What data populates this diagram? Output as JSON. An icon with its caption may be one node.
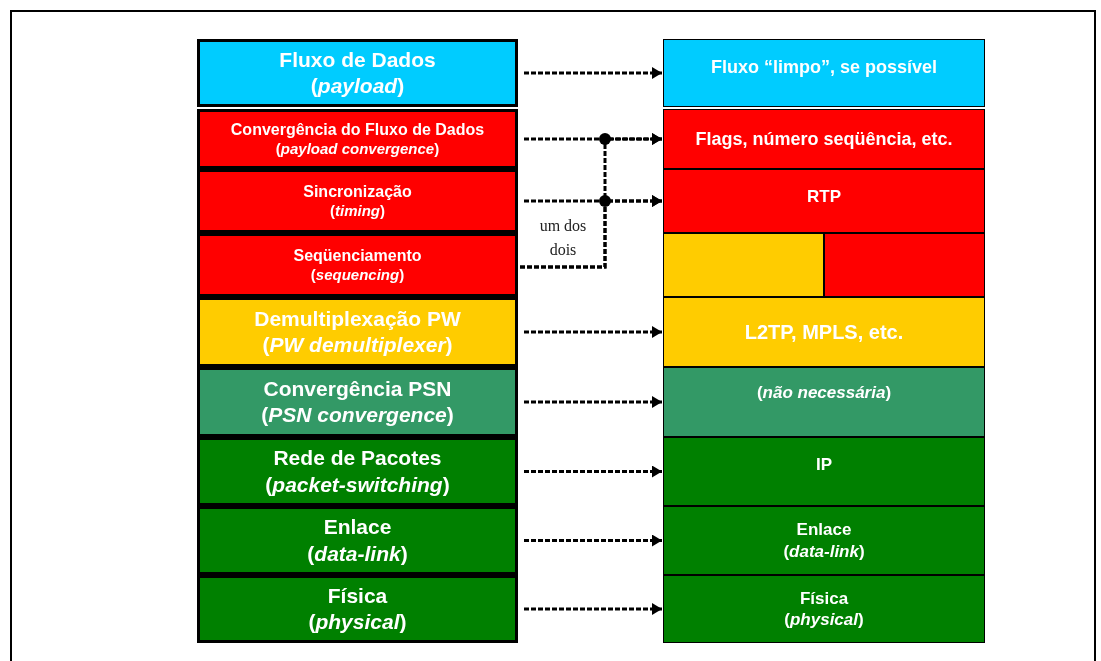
{
  "diagram": {
    "nodes": [
      {
        "text": [
          "Fluxo de Dados",
          "(*payload*)"
        ]
      },
      {
        "text": [
          "Convergência do Fluxo de Dados",
          "(*payload convergence*)"
        ]
      },
      {
        "text": [
          "Sincronização",
          "(*timing*)"
        ]
      },
      {
        "text": [
          "Seqüenciamento",
          "(*sequencing*)"
        ]
      },
      {
        "text": [
          "Demultiplexação PW",
          "(*PW demultiplexer*)"
        ]
      },
      {
        "text": [
          "Convergência PSN",
          "(*PSN convergence*)"
        ]
      },
      {
        "text": [
          "Rede de Pacotes",
          "(*packet-switching*)"
        ]
      },
      {
        "text": [
          "Enlace",
          "(*data-link*)"
        ]
      },
      {
        "text": [
          "Física",
          "(*physical*)"
        ]
      },
      {
        "text": [
          "Fluxo “limpo”, se possível"
        ]
      },
      {
        "text": [
          "Flags, número seqüência, etc."
        ]
      },
      {
        "text": [
          "RTP"
        ]
      },
      {
        "text": [],
        "shape": "box"
      },
      {
        "text": [],
        "shape": "box"
      },
      {
        "text": [
          "L2TP, MPLS, etc."
        ]
      },
      {
        "text": [
          "(*não necessária*)"
        ]
      },
      {
        "text": [
          "IP"
        ]
      },
      {
        "text": [
          "Enlace",
          "(*data-link*)"
        ]
      },
      {
        "text": [
          "Física",
          "(*physical*)"
        ]
      }
    ],
    "edges": [
      {
        "from": 0,
        "to": 9,
        "arrow": "to"
      },
      {
        "from": 1,
        "to": 10,
        "arrow": "to"
      },
      {
        "from": 2,
        "to": 11,
        "arrow": "to"
      },
      {
        "from": 3,
        "to": 10,
        "arrow": "to"
      },
      {
        "from": 3,
        "to": 11,
        "arrow": "to"
      },
      {
        "from": 4,
        "to": 14,
        "arrow": "to"
      },
      {
        "from": 5,
        "to": 15,
        "arrow": "to"
      },
      {
        "from": 6,
        "to": 16,
        "arrow": "to"
      },
      {
        "from": 7,
        "to": 17,
        "arrow": "to"
      },
      {
        "from": 8,
        "to": 18,
        "arrow": "to"
      }
    ],
    "labels": [
      "um dos dois"
    ]
  }
}
